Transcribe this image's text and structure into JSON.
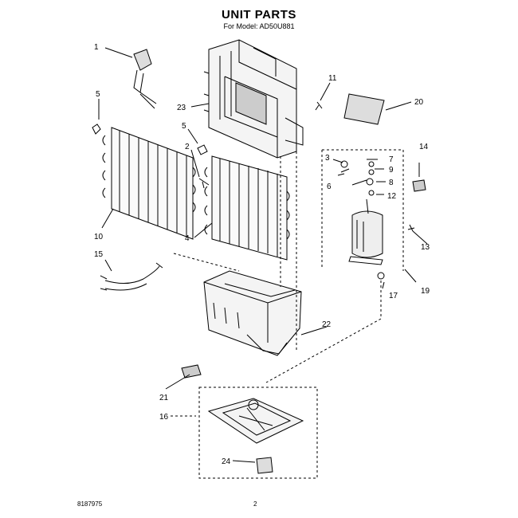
{
  "header": {
    "title": "UNIT PARTS",
    "model_line": "For Model: AD50U881"
  },
  "callouts": {
    "c1": "1",
    "c2": "2",
    "c3": "3",
    "c4": "4",
    "c5a": "5",
    "c5b": "5",
    "c6": "6",
    "c7": "7",
    "c8": "8",
    "c9": "9",
    "c10": "10",
    "c11": "11",
    "c12": "12",
    "c13": "13",
    "c14": "14",
    "c15": "15",
    "c16": "16",
    "c17": "17",
    "c19": "19",
    "c20": "20",
    "c21": "21",
    "c22": "22",
    "c23": "23",
    "c24": "24"
  },
  "footer": {
    "doc_number": "8187975",
    "page_number": "2"
  }
}
